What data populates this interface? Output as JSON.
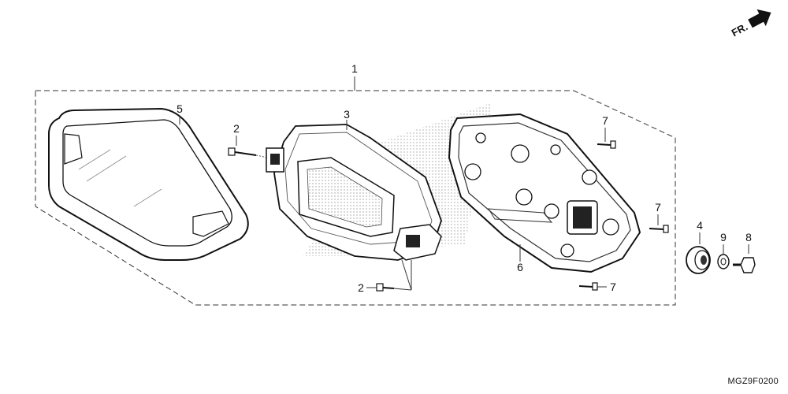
{
  "direction_indicator": {
    "label": "FR."
  },
  "callouts": {
    "c1": "1",
    "c2a": "2",
    "c2b": "2",
    "c3": "3",
    "c4": "4",
    "c5": "5",
    "c6": "6",
    "c7a": "7",
    "c7b": "7",
    "c7c": "7",
    "c8": "8",
    "c9": "9"
  },
  "diagram_code": "MGZ9F0200"
}
